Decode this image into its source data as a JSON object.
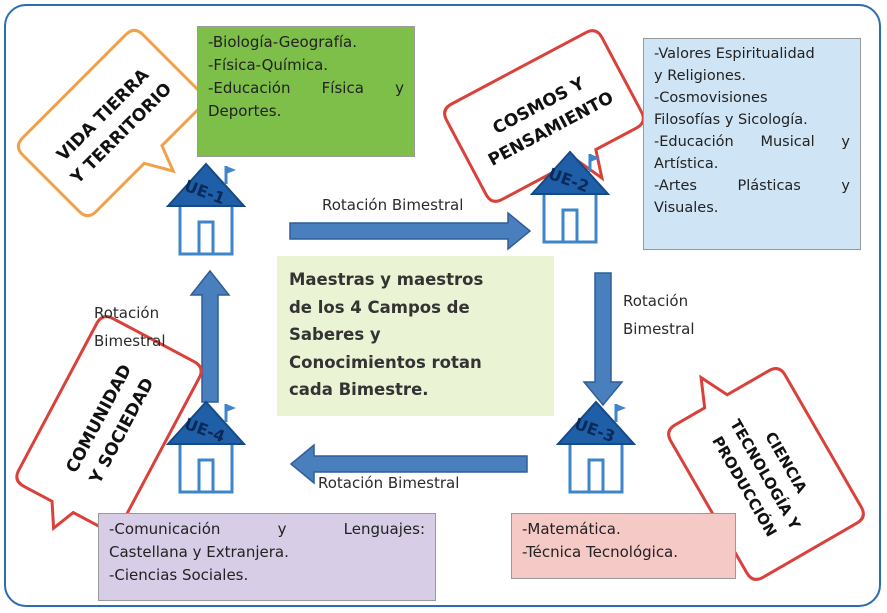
{
  "units": [
    {
      "id": "ue1",
      "label": "UE-1",
      "bubble": [
        "VIDA TIERRA",
        "Y TERRITORIO"
      ],
      "subjects": [
        "-Biología-Geografía.",
        "-Física-Química.",
        "-Educación Física y",
        "Deportes."
      ]
    },
    {
      "id": "ue2",
      "label": "UE-2",
      "bubble": [
        "COSMOS Y",
        "PENSAMIENTO"
      ],
      "subjects": [
        "-Valores Espiritualidad",
        "y Religiones.",
        "-Cosmovisiones",
        "Filosofías y Sicología.",
        "-Educación Musical y",
        "Artística.",
        "-Artes Plásticas y",
        "Visuales."
      ]
    },
    {
      "id": "ue3",
      "label": "UE-3",
      "bubble": [
        "CIENCIA",
        "TECNOLOGÍA Y",
        "PRODUCCIÓN"
      ],
      "subjects": [
        "-Matemática.",
        "-Técnica Tecnológica."
      ]
    },
    {
      "id": "ue4",
      "label": "UE-4",
      "bubble": [
        "COMUNIDAD",
        "Y SOCIEDAD"
      ],
      "subjects": [
        "-Comunicación y Lenguajes:",
        "Castellana y Extranjera.",
        "-Ciencias Sociales."
      ]
    }
  ],
  "rotation_labels": {
    "top": "Rotación Bimestral",
    "right": [
      "Rotación",
      "Bimestral"
    ],
    "bottom": "Rotación Bimestral",
    "left": [
      "Rotación",
      "Bimestral"
    ]
  },
  "center_text": [
    "Maestras y maestros",
    "de los 4 Campos de",
    "Saberes y",
    "Conocimientos rotan",
    "cada Bimestre."
  ],
  "colors": {
    "frame": "#2a6db0",
    "arrow": "#4a7fbe",
    "house": "#3e86c9",
    "roof": "#1f5fa8",
    "ue1_box": "#7dbf48",
    "ue2_box": "#cfe5f6",
    "ue3_box": "#f5c9c6",
    "ue4_box": "#d7cde6",
    "center_box": "#eaf3d4",
    "bubble_ue1": "#f0a24a",
    "bubble_red": "#d9413a"
  }
}
